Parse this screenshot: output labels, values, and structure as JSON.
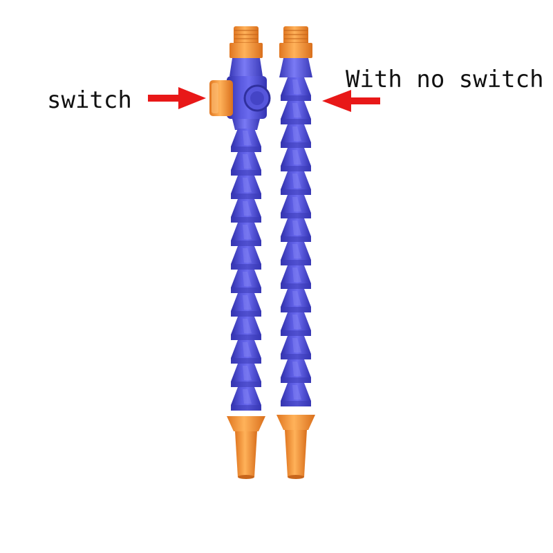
{
  "image": {
    "subject": "flexible-coolant-hoses",
    "labels": {
      "switch": "switch",
      "no_switch": "With no switch"
    },
    "colors": {
      "background": "#ffffff",
      "hose_blue": "#4f4fd6",
      "hose_blue_dark": "#3636b0",
      "hose_blue_light": "#7878ee",
      "fitting_orange": "#f59a3c",
      "fitting_orange_dark": "#d9782a",
      "arrow_red": "#e81818",
      "text": "#111111"
    },
    "icons": [
      "arrow-right-icon",
      "arrow-left-icon"
    ]
  }
}
